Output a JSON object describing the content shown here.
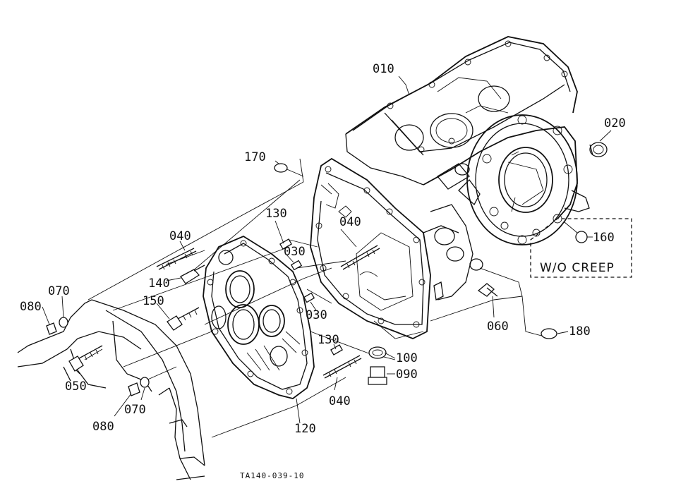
{
  "callouts": {
    "c010": "010",
    "c020": "020",
    "c030a": "030",
    "c030b": "030",
    "c040a": "040",
    "c040b": "040",
    "c040c": "040",
    "c050": "050",
    "c060": "060",
    "c070a": "070",
    "c070b": "070",
    "c080a": "080",
    "c080b": "080",
    "c090": "090",
    "c100": "100",
    "c120": "120",
    "c130a": "130",
    "c130b": "130",
    "c140": "140",
    "c150": "150",
    "c160": "160",
    "c170": "170",
    "c180": "180"
  },
  "note_box": {
    "label": "W/O CREEP"
  },
  "drawing_code": "TA140-039-10"
}
